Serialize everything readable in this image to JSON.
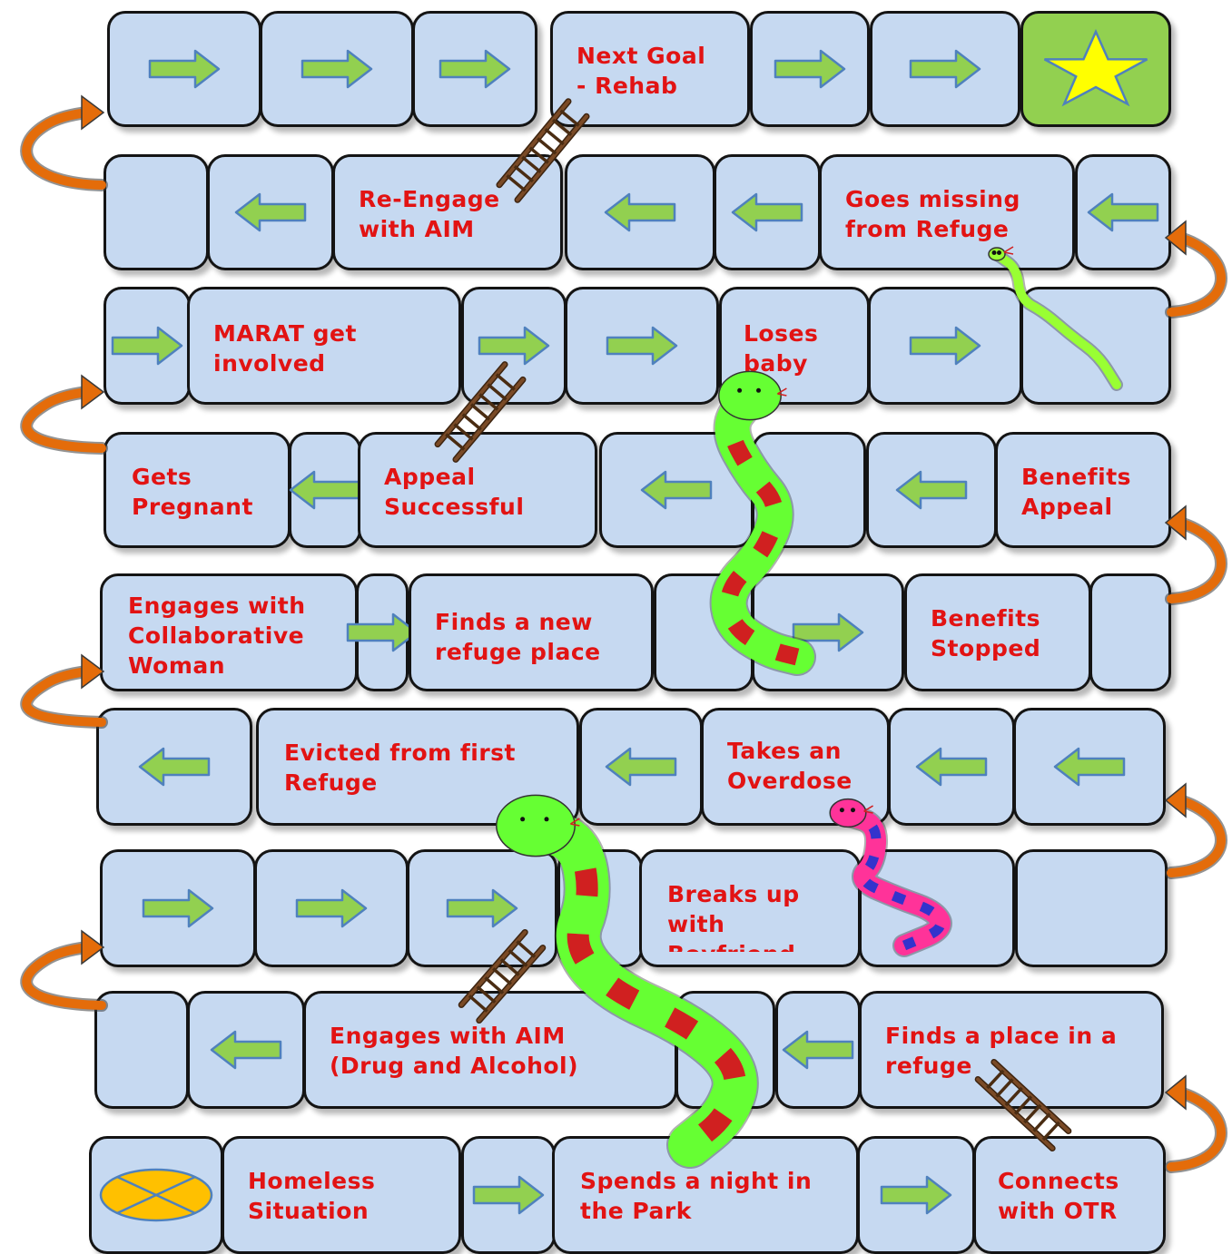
{
  "board": {
    "cells": {
      "r1c4": "Next Goal\n- Rehab",
      "r2c3": "Re-Engage\nwith AIM",
      "r2c6": "Goes missing\nfrom Refuge",
      "r3c2": "MARAT get\ninvolved",
      "r3c5": "Loses\nbaby",
      "r4c1": "Gets\nPregnant",
      "r4c3": "Appeal\nSuccessful",
      "r4c7": "Benefits\nAppeal",
      "r5c1": "Engages with\nCollaborative\nWoman",
      "r5c3": "Finds a new\nrefuge place",
      "r5c6": "Benefits\nStopped",
      "r6c2": "Evicted from first\nRefuge",
      "r6c4": "Takes an\nOverdose",
      "r7c4": "Breaks up\nwith\nBoyfriend",
      "r8c3": "Engages with AIM\n(Drug and Alcohol)",
      "r8c6": "Finds a place in a\nrefuge",
      "r9c2": "Homeless\nSituation",
      "r9c4": "Spends a night in\nthe Park",
      "r9c6": "Connects\nwith OTR"
    }
  },
  "colors": {
    "cell_fill": "#c6d9f1",
    "cell_border": "#141414",
    "label_text": "#e21313",
    "arrow_fill": "#92d050",
    "arrow_stroke": "#4f81bd",
    "finish_fill": "#92d050",
    "star_fill": "#ffff00",
    "start_oval": "#ffc000",
    "connector_arrow": "#e46c0a",
    "ladder": "#7a4a26",
    "snake_green": "#66ff33",
    "snake_red": "#d02020",
    "snake_pink": "#ff3399",
    "snake_blue": "#3333cc"
  },
  "icons": {
    "finish": "star-icon",
    "start": "start-oval-icon",
    "move": "arrow-icon",
    "climb": "ladder-icon",
    "slide": "snake-icon",
    "row_link": "curved-arrow-icon"
  }
}
